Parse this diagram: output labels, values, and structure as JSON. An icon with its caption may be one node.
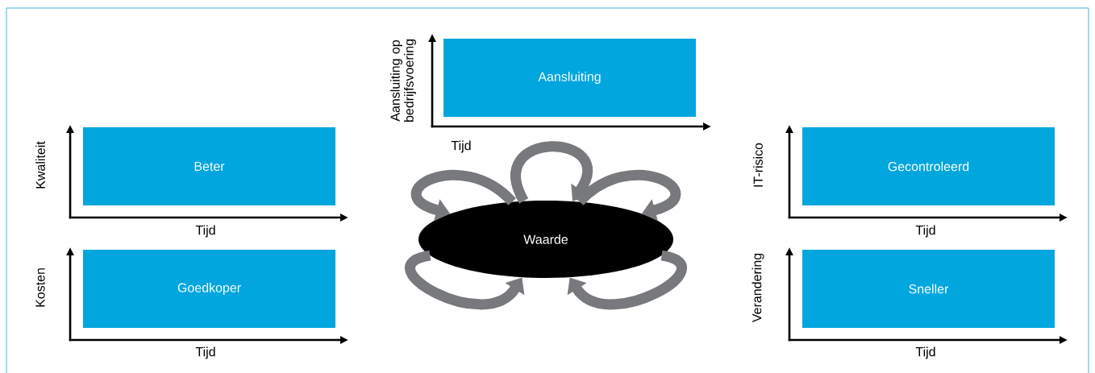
{
  "diagram": {
    "nodes": [
      {
        "text": [
          "Aansluiting"
        ],
        "beside": [
          "Aansluiting op bedrijfsvoering",
          "Tijd"
        ]
      },
      {
        "text": [
          "Beter"
        ],
        "beside": [
          "Kwaliteit",
          "Tijd"
        ]
      },
      {
        "text": [
          "Waarde"
        ]
      },
      {
        "text": [
          "Gecontroleerd"
        ],
        "beside": [
          "IT-risico",
          "Tijd"
        ]
      },
      {
        "text": [
          "Goedkoper"
        ],
        "beside": [
          "Kosten",
          "Tijd"
        ]
      },
      {
        "text": [
          "Sneller"
        ],
        "beside": [
          "Verandering",
          "Tijd"
        ]
      }
    ],
    "edges": [
      {
        "from": 2,
        "to": 2,
        "arrow": "to"
      },
      {
        "from": 2,
        "to": 2,
        "arrow": "to"
      },
      {
        "from": 2,
        "to": 2,
        "arrow": "to"
      },
      {
        "from": 2,
        "to": 2,
        "arrow": "to"
      },
      {
        "from": 2,
        "to": 2,
        "arrow": "to"
      }
    ]
  }
}
